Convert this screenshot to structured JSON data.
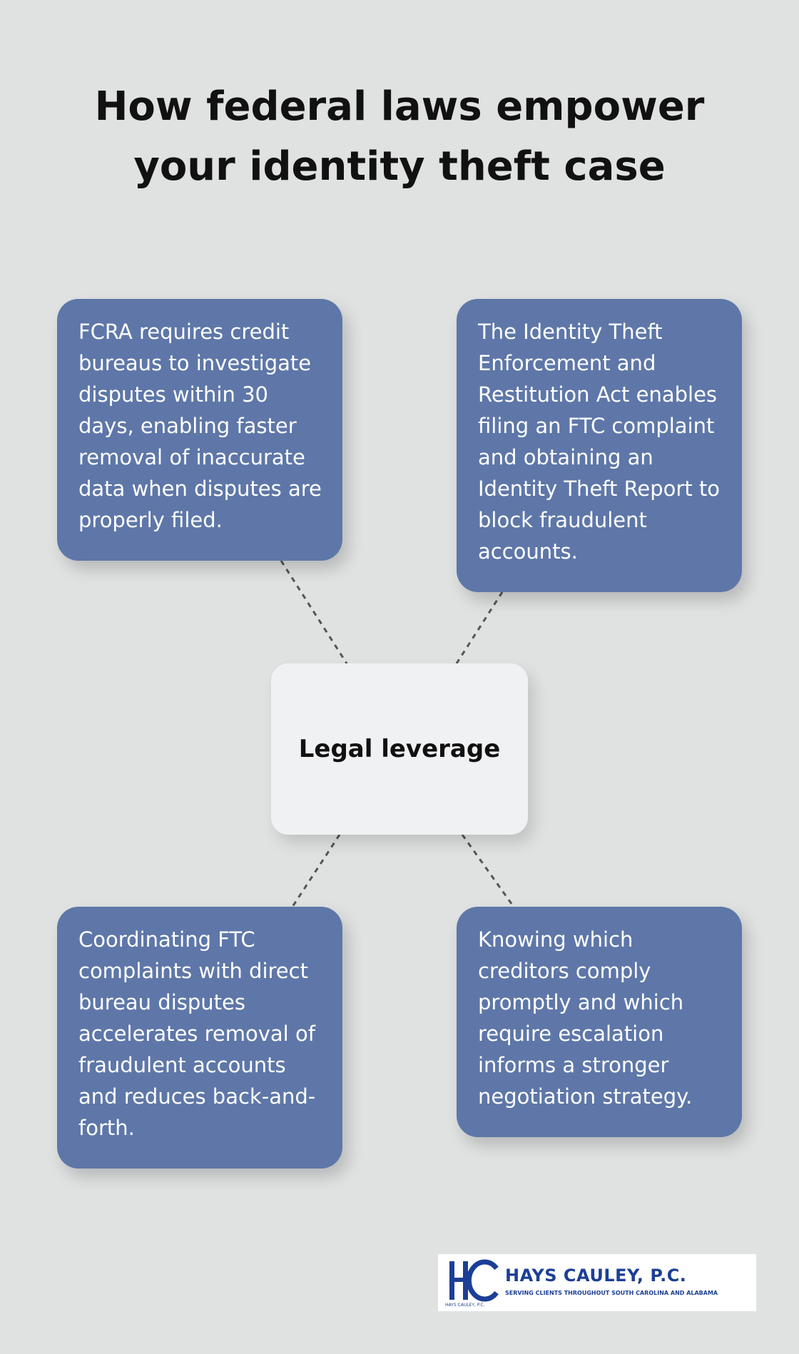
{
  "title": {
    "line1": "How federal laws empower",
    "line2": "your identity theft case"
  },
  "center": {
    "label": "Legal leverage"
  },
  "cards": [
    "FCRA requires credit bureaus to investigate disputes within 30 days, enabling faster removal of inaccurate data when disputes are properly filed.",
    "The Identity Theft Enforcement and Restitution Act enables filing an FTC complaint and obtaining an Identity Theft Report to block fraudulent accounts.",
    "Coordinating FTC complaints with direct bureau disputes accelerates removal of fraudulent accounts and reduces back-and-forth.",
    "Knowing which creditors comply promptly and which require escalation informs a stronger negotiation strategy."
  ],
  "logo": {
    "name": "HAYS CAULEY, P.C.",
    "tagline": "SERVING CLIENTS THROUGHOUT SOUTH CAROLINA AND ALABAMA",
    "small": "HAYS CAULEY, P.C."
  },
  "colors": {
    "background": "#e0e2e2",
    "card": "#5e77a8",
    "center_box": "#f0f1f3",
    "connector": "#555555",
    "logo_blue": "#1c3f95"
  }
}
